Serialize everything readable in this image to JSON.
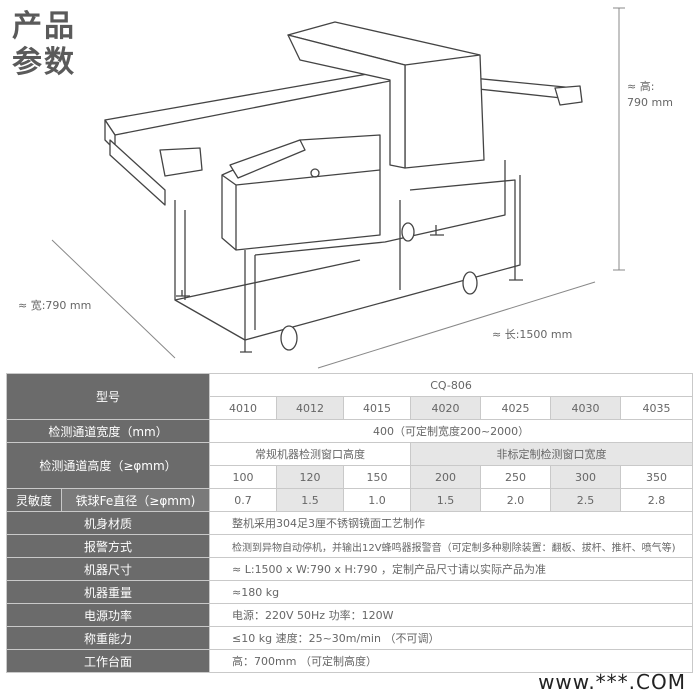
{
  "header": {
    "title_line1": "产品",
    "title_line2": "参数"
  },
  "dimensions": {
    "height": "≈ 高:",
    "height_val": "790 mm",
    "width": "≈ 宽:790 mm",
    "length": "≈ 长:1500 mm"
  },
  "table": {
    "model_label": "型号",
    "model_name": "CQ-806",
    "models": [
      "4010",
      "4012",
      "4015",
      "4020",
      "4025",
      "4030",
      "4035"
    ],
    "width_label": "检测通道宽度（mm）",
    "width_value": "400（可定制宽度200~2000）",
    "height_label": "检测通道高度（≥φmm）",
    "height_sub_regular": "常规机器检测窗口高度",
    "height_sub_custom": "非标定制检测窗口宽度",
    "height_values": [
      "100",
      "120",
      "150",
      "200",
      "250",
      "300",
      "350"
    ],
    "sens_label": "灵敏度",
    "fe_label": "铁球Fe直径（≥φmm)",
    "fe_values": [
      "0.7",
      "1.5",
      "1.0",
      "1.5",
      "2.0",
      "2.5",
      "2.8"
    ],
    "rows": [
      {
        "label": "机身材质",
        "value": "整机采用304足3厘不锈钢镜面工艺制作"
      },
      {
        "label": "报警方式",
        "value": "检测到异物自动停机，并输出12V蜂鸣器报警音（可定制多种剔除装置：翻板、拔杆、推杆、喷气等)"
      },
      {
        "label": "机器尺寸",
        "value": "≈ L:1500 x  W:790 x  H:790 ，定制产品尺寸请以实际产品为准"
      },
      {
        "label": "机器重量",
        "value": "≈180 kg"
      },
      {
        "label": "电源功率",
        "value": "电源：220V  50Hz       功率：120W"
      },
      {
        "label": "称重能力",
        "value": "≤10 kg    速度：25~30m/min （不可调）"
      },
      {
        "label": "工作台面",
        "value": "高：700mm （可定制高度）"
      }
    ]
  },
  "watermark": "www.***.COM"
}
